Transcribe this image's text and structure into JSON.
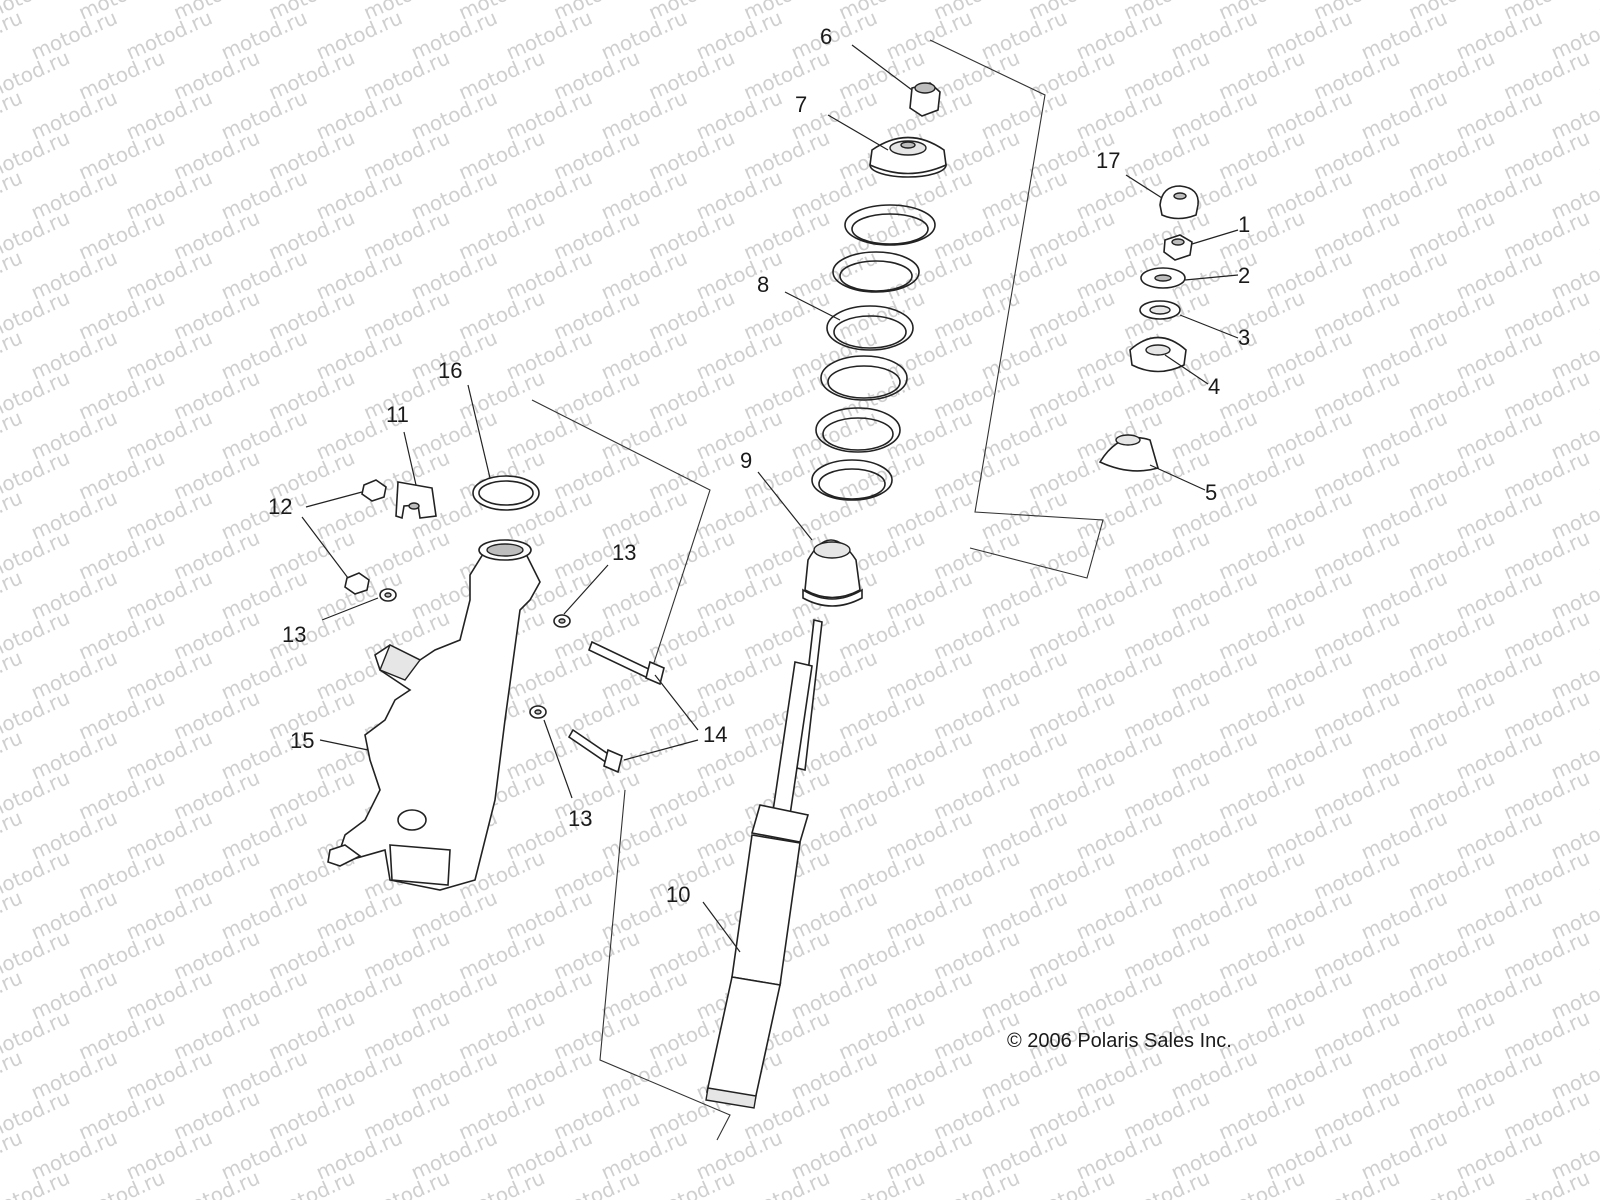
{
  "watermark": "motod.ru",
  "copyright": "© 2006 Polaris Sales Inc.",
  "callouts": [
    "1",
    "2",
    "3",
    "4",
    "5",
    "6",
    "7",
    "8",
    "9",
    "10",
    "11",
    "12",
    "13",
    "14",
    "15",
    "16",
    "17"
  ],
  "colors": {
    "ink": "#222222",
    "watermark": "#cfcfcf",
    "background": "#ffffff"
  }
}
